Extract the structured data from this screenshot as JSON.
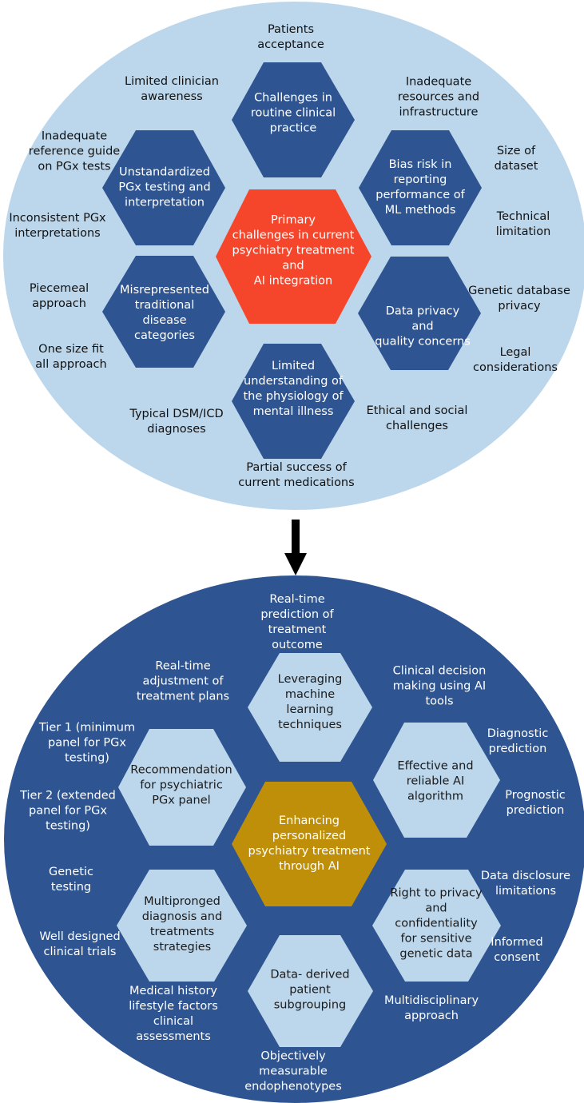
{
  "colors": {
    "top_circle": "#bcd7ec",
    "top_hex": "#2e5591",
    "top_center": "#f5462c",
    "bottom_circle": "#2e5591",
    "bottom_hex": "#bcd7ec",
    "bottom_center": "#c08f0a",
    "arrow": "#000000"
  },
  "top": {
    "center": "Primary\nchallenges in current\npsychiatry treatment\nand\nAI integration",
    "hexes": {
      "routine": "Challenges in\nroutine clinical\npractice",
      "pgx": "Unstandardized\nPGx testing and\ninterpretation",
      "bias": "Bias risk in\nreporting\nperformance of\nML methods",
      "misrep": "Misrepresented\ntraditional\ndisease\ncategories",
      "privacy": "Data privacy\nand\nquality concerns",
      "physio": "Limited\nunderstanding of\nthe physiology of\nmental illness"
    },
    "labels": {
      "patients": "Patients\nacceptance",
      "clinician": "Limited clinician\nawareness",
      "resources": "Inadequate\nresources and\ninfrastructure",
      "reference": "Inadequate\nreference guide\non PGx tests",
      "size": "Size of\ndataset",
      "inconsistent": "Inconsistent PGx\ninterpretations",
      "technical": "Technical\nlimitation",
      "piecemeal": "Piecemeal\napproach",
      "genetic_db": "Genetic database\nprivacy",
      "onesize": "One size fit\nall approach",
      "legal": "Legal\nconsiderations",
      "dsm": "Typical DSM/ICD\ndiagnoses",
      "ethical": "Ethical and social\nchallenges",
      "partial": "Partial success of\ncurrent medications"
    }
  },
  "bottom": {
    "center": "Enhancing\npersonalized\npsychiatry treatment\nthrough AI",
    "hexes": {
      "ml": "Leveraging\nmachine\nlearning\ntechniques",
      "panel": "Recommendation\nfor psychiatric\nPGx panel",
      "algorithm": "Effective and\nreliable AI\nalgorithm",
      "multi": "Multipronged\ndiagnosis and\ntreatments\nstrategies",
      "rights": "Right to privacy\nand\nconfidentiality\nfor sensitive\ngenetic data",
      "subgroup": "Data- derived\npatient\nsubgrouping"
    },
    "labels": {
      "realtime_pred": "Real-time\nprediction of\ntreatment\noutcome",
      "realtime_adj": "Real-time\nadjustment of\ntreatment plans",
      "clinical_dec": "Clinical decision\nmaking using AI\ntools",
      "tier1": "Tier 1 (minimum\npanel for PGx\ntesting)",
      "diagnostic": "Diagnostic\nprediction",
      "tier2": "Tier 2 (extended\npanel for PGx\ntesting)",
      "prognostic": "Prognostic\nprediction",
      "genetic_test": "Genetic\ntesting",
      "disclosure": "Data disclosure\nlimitations",
      "trials": "Well designed\nclinical trials",
      "consent": "Informed\nconsent",
      "history": "Medical history\nlifestyle factors\nclinical\nassessments",
      "multidisc": "Multidisciplinary\napproach",
      "endo": "Objectively\nmeasurable\nendophenotypes"
    }
  }
}
